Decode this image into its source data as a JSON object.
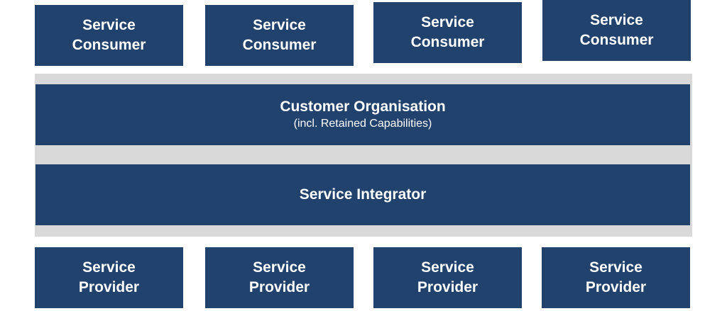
{
  "consumers": [
    {
      "label": "Service\nConsumer"
    },
    {
      "label": "Service\nConsumer"
    },
    {
      "label": "Service\nConsumer"
    },
    {
      "label": "Service\nConsumer"
    }
  ],
  "customer_org": {
    "title": "Customer Organisation",
    "subtitle": "(incl. Retained Capabilities)"
  },
  "integrator": {
    "title": "Service Integrator"
  },
  "providers": [
    {
      "label": "Service\nProvider"
    },
    {
      "label": "Service\nProvider"
    },
    {
      "label": "Service\nProvider"
    },
    {
      "label": "Service\nProvider"
    }
  ],
  "colors": {
    "box": "#21426d",
    "band": "#d9d9d9",
    "text": "#ffffff"
  }
}
